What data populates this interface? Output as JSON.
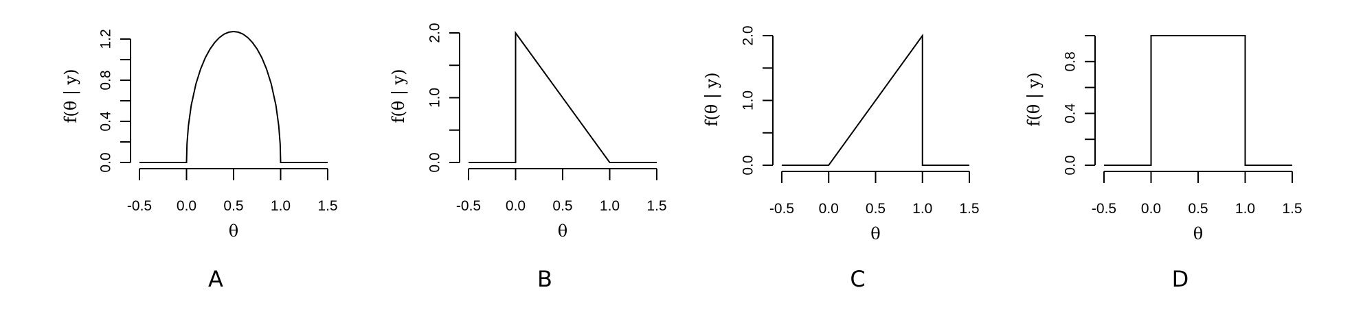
{
  "chart_data": [
    {
      "type": "line",
      "panel_label": "A",
      "xlabel": "θ",
      "ylabel": "f(θ | y)",
      "xlim": [
        -0.5,
        1.5
      ],
      "ylim": [
        0,
        1.273
      ],
      "xticks": [
        "-0.5",
        "0.0",
        "0.5",
        "1.0",
        "1.5"
      ],
      "yticks": [
        "0.0",
        "0.4",
        "0.8",
        "1.2"
      ],
      "ytick_values": [
        0,
        0.4,
        0.8,
        1.2
      ],
      "y_minor_tick_values": [
        0.2,
        0.6,
        1.0
      ],
      "x": [
        -0.5,
        0.0,
        0.0,
        0.005,
        0.02,
        0.05,
        0.1,
        0.15,
        0.2,
        0.25,
        0.3,
        0.35,
        0.4,
        0.45,
        0.5,
        0.55,
        0.6,
        0.65,
        0.7,
        0.75,
        0.8,
        0.85,
        0.9,
        0.95,
        0.98,
        0.995,
        1.0,
        1.0,
        1.5
      ],
      "y": [
        0,
        0,
        0,
        0.179,
        0.356,
        0.555,
        0.764,
        0.909,
        1.019,
        1.103,
        1.167,
        1.215,
        1.248,
        1.267,
        1.273,
        1.267,
        1.248,
        1.215,
        1.167,
        1.103,
        1.019,
        0.909,
        0.764,
        0.555,
        0.356,
        0.179,
        0,
        0,
        0
      ]
    },
    {
      "type": "line",
      "panel_label": "B",
      "xlabel": "θ",
      "ylabel": "f(θ | y)",
      "xlim": [
        -0.5,
        1.5
      ],
      "ylim": [
        0,
        2.0
      ],
      "xticks": [
        "-0.5",
        "0.0",
        "0.5",
        "1.0",
        "1.5"
      ],
      "yticks": [
        "0.0",
        "1.0",
        "2.0"
      ],
      "ytick_values": [
        0,
        1.0,
        2.0
      ],
      "y_minor_tick_values": [
        0.5,
        1.5
      ],
      "x": [
        -0.5,
        0.0,
        0.0,
        1.0,
        1.5
      ],
      "y": [
        0,
        0,
        2.0,
        0,
        0
      ]
    },
    {
      "type": "line",
      "panel_label": "C",
      "xlabel": "θ",
      "ylabel": "f(θ | y)",
      "xlim": [
        -0.5,
        1.5
      ],
      "ylim": [
        0,
        2.0
      ],
      "xticks": [
        "-0.5",
        "0.0",
        "0.5",
        "1.0",
        "1.5"
      ],
      "yticks": [
        "0.0",
        "1.0",
        "2.0"
      ],
      "ytick_values": [
        0,
        1.0,
        2.0
      ],
      "y_minor_tick_values": [
        0.5,
        1.5
      ],
      "x": [
        -0.5,
        0.0,
        1.0,
        1.0,
        1.5
      ],
      "y": [
        0,
        0,
        2.0,
        0,
        0
      ]
    },
    {
      "type": "line",
      "panel_label": "D",
      "xlabel": "θ",
      "ylabel": "f(θ | y)",
      "xlim": [
        -0.5,
        1.5
      ],
      "ylim": [
        0,
        1.0
      ],
      "xticks": [
        "-0.5",
        "0.0",
        "0.5",
        "1.0",
        "1.5"
      ],
      "yticks": [
        "0.0",
        "0.4",
        "0.8"
      ],
      "ytick_values": [
        0,
        0.4,
        0.8
      ],
      "y_minor_tick_values": [
        0.2,
        0.6,
        1.0
      ],
      "x": [
        -0.5,
        0.0,
        0.0,
        1.0,
        1.0,
        1.5
      ],
      "y": [
        0,
        0,
        1.0,
        1.0,
        0,
        0
      ]
    }
  ]
}
